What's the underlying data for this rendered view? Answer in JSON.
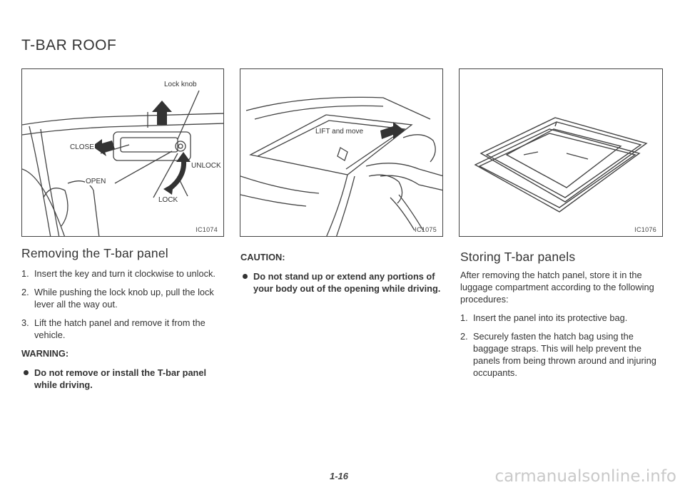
{
  "page": {
    "title": "T-BAR ROOF",
    "page_number": "1-16",
    "watermark": "carmanualsonline.info"
  },
  "figures": [
    {
      "code": "IC1074",
      "labels": {
        "lock_knob": "Lock knob",
        "close": "CLOSE",
        "open": "OPEN",
        "unlock": "UNLOCK",
        "lock": "LOCK"
      }
    },
    {
      "code": "IC1075",
      "labels": {
        "lift": "LIFT and move"
      }
    },
    {
      "code": "IC1076",
      "labels": {}
    }
  ],
  "removing": {
    "heading": "Removing the T-bar panel",
    "steps": [
      {
        "num": "1.",
        "text": "Insert the key and turn it clockwise to unlock."
      },
      {
        "num": "2.",
        "text": "While pushing the lock knob up, pull the lock lever all the way out."
      },
      {
        "num": "3.",
        "text": "Lift the hatch panel and remove it from the vehicle."
      }
    ],
    "warning_heading": "WARNING:",
    "warning_text": "Do not remove or install the T-bar panel while driving."
  },
  "caution": {
    "heading": "CAUTION:",
    "text": "Do not stand up or extend any portions of your body out of the opening while driving."
  },
  "storing": {
    "heading": "Storing T-bar panels",
    "intro": "After removing the hatch panel, store it in the luggage compartment according to the following procedures:",
    "steps": [
      {
        "num": "1.",
        "text": "Insert the panel into its protective bag."
      },
      {
        "num": "2.",
        "text": "Securely fasten the hatch bag using the baggage straps. This will help prevent the panels from being thrown around and injuring occupants."
      }
    ]
  }
}
